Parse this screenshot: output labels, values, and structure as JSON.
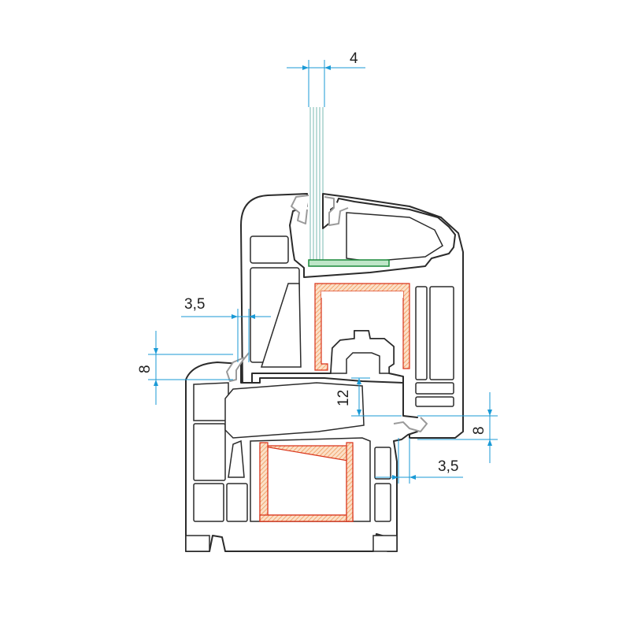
{
  "dimensions": {
    "glass_thickness": "4",
    "sash_overlap_left": "3,5",
    "sash_height_left": "8",
    "rebate_height": "12",
    "frame_height_right": "8",
    "frame_overlap_right": "3,5"
  },
  "colors": {
    "profile_outline": "#2b2b2b",
    "steel_reinforcement": "#d9331a",
    "steel_hatch": "#f6b98c",
    "gasket": "#9a9a9a",
    "glazing": "#7ab8b0",
    "spacer": "#1b8a3a",
    "dimension_lines": "#1a9ad6"
  }
}
